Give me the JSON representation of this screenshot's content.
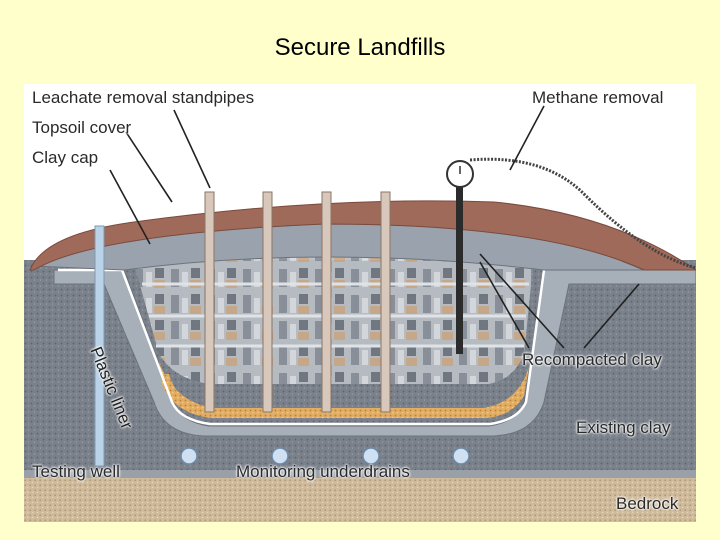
{
  "slide": {
    "title": "Secure Landfills"
  },
  "labels": {
    "leachate": "Leachate removal standpipes",
    "topsoil": "Topsoil cover",
    "clay_cap": "Clay cap",
    "methane": "Methane removal",
    "plastic_liner": "Plastic liner",
    "recompacted_clay": "Recompacted clay",
    "existing_clay": "Existing clay",
    "testing_well": "Testing well",
    "monitoring_underdrains": "Monitoring underdrains",
    "bedrock": "Bedrock"
  },
  "colors": {
    "background": "#ffffcc",
    "topsoil": "#a06a5a",
    "clay": "#9aa3ad",
    "soil": "#7d8590",
    "gravel": "#d9a45c",
    "bedrock": "#cdb99a"
  }
}
